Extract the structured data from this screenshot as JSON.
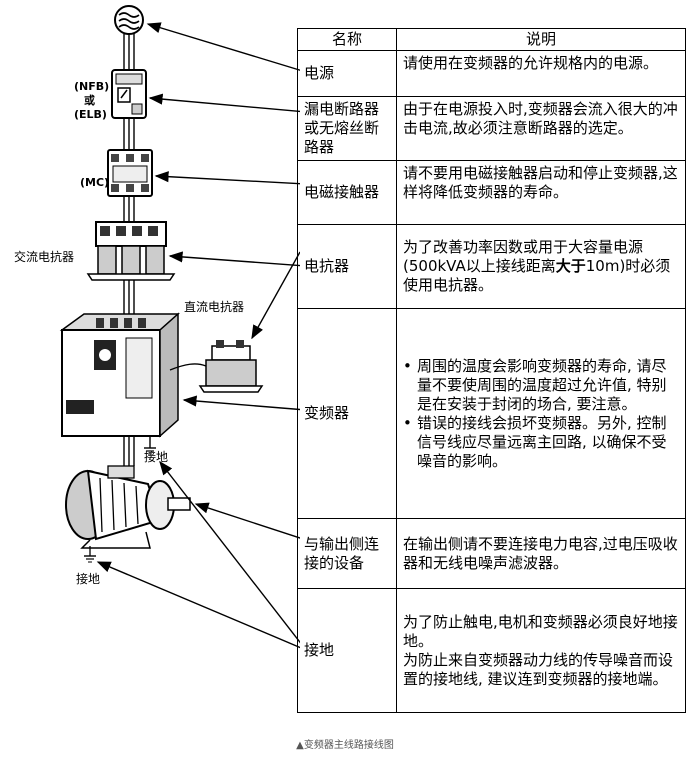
{
  "diagram": {
    "labels": {
      "nfb": "(NFB)",
      "or": "或",
      "elb": "(ELB)",
      "mc": "(MC)",
      "ac_reactor": "交流电抗器",
      "dc_reactor": "直流电抗器",
      "ground_inverter": "接地",
      "ground_motor": "接地"
    }
  },
  "table": {
    "headers": [
      "名称",
      "说明"
    ],
    "rows": [
      {
        "name": "电源",
        "desc": "请使用在变频器的允许规格内的电源。"
      },
      {
        "name": "漏电断路器或无熔丝断路器",
        "desc": "由于在电源投入时,变频器会流入很大的冲击电流,故必须注意断路器的选定。"
      },
      {
        "name": "电磁接触器",
        "desc": "请不要用电磁接触器启动和停止变频器,这样将降低变频器的寿命。"
      },
      {
        "name": "电抗器",
        "desc_pre": "为了改善功率因数或用于大容量电源 (500kVA以上接线距离",
        "desc_bold": "大于",
        "desc_post": "10m)时必须使用电抗器。"
      },
      {
        "name": "变频器",
        "bullets": [
          "周围的温度会影响变频器的寿命, 请尽量不要使周围的温度超过允许值, 特别是在安装于封闭的场合, 要注意。",
          "错误的接线会损坏变频器。另外, 控制信号线应尽量远离主回路, 以确保不受噪音的影响。"
        ]
      },
      {
        "name": "与输出侧连接的设备",
        "desc": "在输出侧请不要连接电力电容,过电压吸收器和无线电噪声滤波器。"
      },
      {
        "name": "接地",
        "desc_lines": [
          "为了防止触电,电机和变频器必须良好地接地。",
          "为防止来自变频器动力线的传导噪音而设置的接地线, 建议连到变频器的接地端。"
        ]
      }
    ]
  },
  "caption": "▲变频器主线路接线图"
}
